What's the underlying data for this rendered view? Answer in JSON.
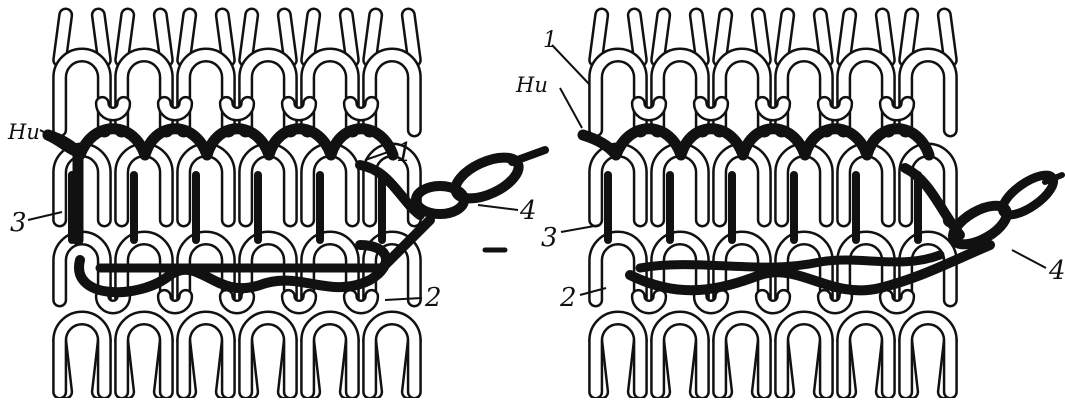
{
  "left_panel": {
    "labels": {
      "ni": "Ни",
      "one": "1",
      "two": "2",
      "three": "3",
      "four": "4"
    }
  },
  "right_panel": {
    "labels": {
      "ni": "Ни",
      "one": "1",
      "two": "2",
      "three": "3",
      "four": "4"
    }
  },
  "colors": {
    "ink": "#111111",
    "paper": "#ffffff"
  }
}
